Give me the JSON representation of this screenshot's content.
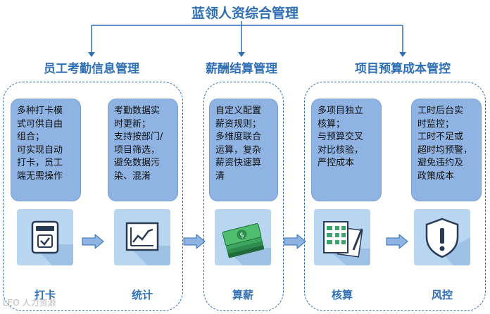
{
  "title": "蓝领人资综合管理",
  "sections": [
    {
      "title": "员工考勤信息管理"
    },
    {
      "title": "薪酬结算管理"
    },
    {
      "title": "项目预算成本管控"
    }
  ],
  "cards": [
    {
      "text": "多种打卡模\n式可供自由\n组合；\n可实现自动\n打卡，员工\n端无需操作",
      "label": "打卡"
    },
    {
      "text": "考勤数据实\n时更新；\n支持按部门/\n项目筛选，\n避免数据污\n染、混淆",
      "label": "统计"
    },
    {
      "text": "自定义配置\n薪资规则；\n多维度联合\n运算，复杂\n薪资快速算\n清",
      "label": "算薪"
    },
    {
      "text": "多项目独立\n核算；\n与预算交叉\n对比核验，\n严控成本",
      "label": "核算"
    },
    {
      "text": "工时后台实\n时监控；\n工时不足或\n超时均预警，\n避免违约及\n政策成本",
      "label": "风控"
    }
  ],
  "icons": [
    "clipboard-check-icon",
    "line-chart-icon",
    "money-stack-icon",
    "spreadsheet-icon",
    "shield-alert-icon"
  ],
  "colors": {
    "accent": "#2e6fb5",
    "card": "#8fb4e3",
    "tile": "#b9d6f0",
    "dashed": "#2f69a8"
  },
  "watermark": "LEO 人力资源"
}
